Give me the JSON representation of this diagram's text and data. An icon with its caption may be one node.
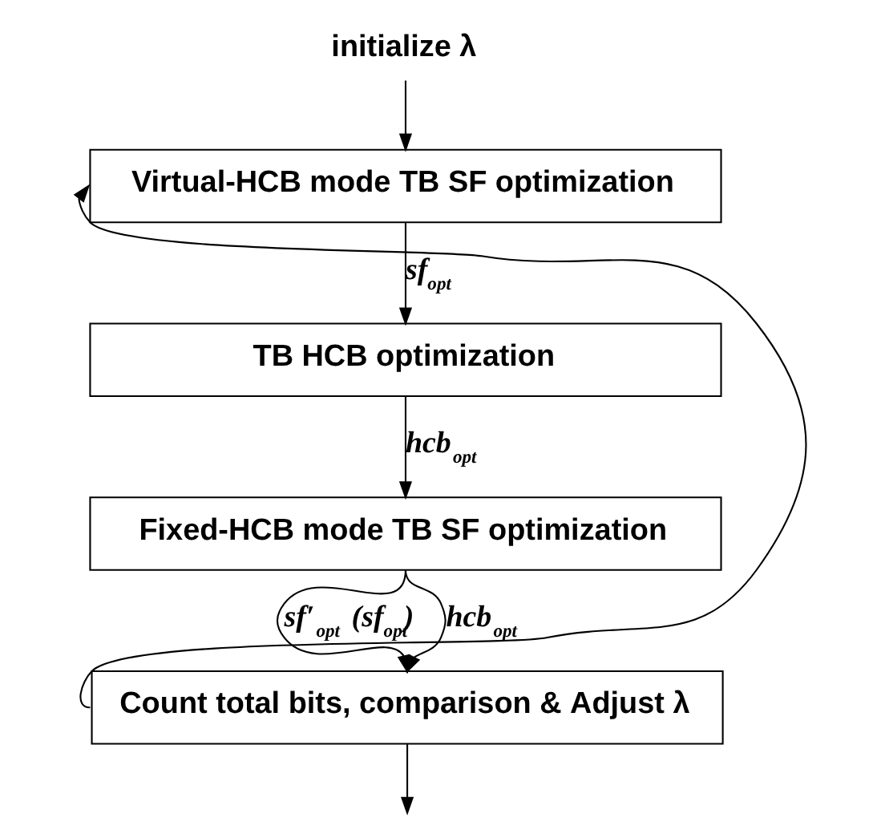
{
  "diagram": {
    "nodes": [
      {
        "text": [
          "initialize λ"
        ]
      },
      {
        "text": [
          "Virtual-HCB mode TB SF optimization"
        ]
      },
      {
        "text": [
          "TB HCB optimization"
        ]
      },
      {
        "text": [
          "Fixed-HCB mode TB SF optimization"
        ]
      },
      {
        "text": [
          "Count total bits, comparison & Adjust λ"
        ]
      }
    ],
    "edges": [
      {
        "from": 0,
        "to": 1,
        "arrow": "to"
      },
      {
        "from": 1,
        "to": 2,
        "arrow": "to",
        "label": "sf$_{opt}$"
      },
      {
        "from": 2,
        "to": 3,
        "arrow": "to",
        "label": "hcb$_{opt}$"
      },
      {
        "from": 3,
        "to": 4,
        "arrow": "to",
        "label": "sf′$_{opt}$ (sf$_{opt}$)"
      },
      {
        "from": 3,
        "to": 4,
        "arrow": "to",
        "label": "hcb$_{opt}$"
      },
      {
        "from": 4,
        "to": 1,
        "arrow": "to"
      },
      {
        "from": 4,
        "to": null,
        "arrow": "to"
      }
    ]
  }
}
